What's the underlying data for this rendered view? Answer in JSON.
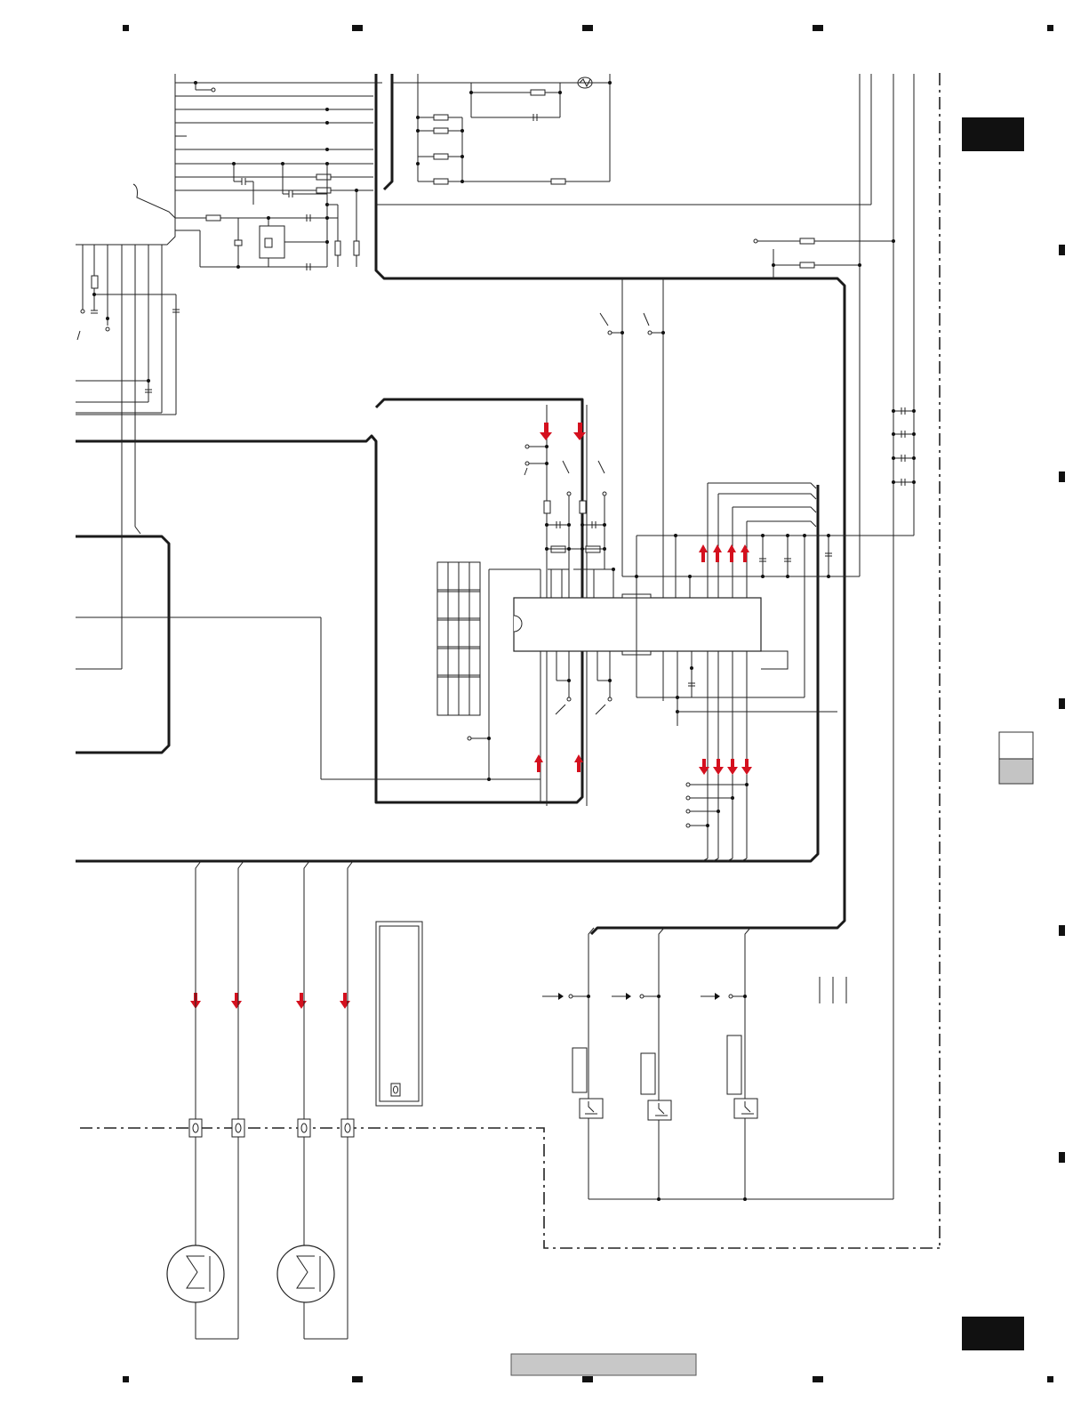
{
  "sheet": {
    "colors": {
      "ink": "#222222",
      "signal_arrow": "#d4101e",
      "footer_bar": "#c8c8c8",
      "legend_shade": "#c4c4c4"
    },
    "registration_marks": [
      "top",
      "bottom",
      "right"
    ],
    "side_tabs": [
      "upper-right-tab",
      "lower-right-tab"
    ],
    "legend": "section-indicator",
    "footer": "page-footer-bar"
  }
}
